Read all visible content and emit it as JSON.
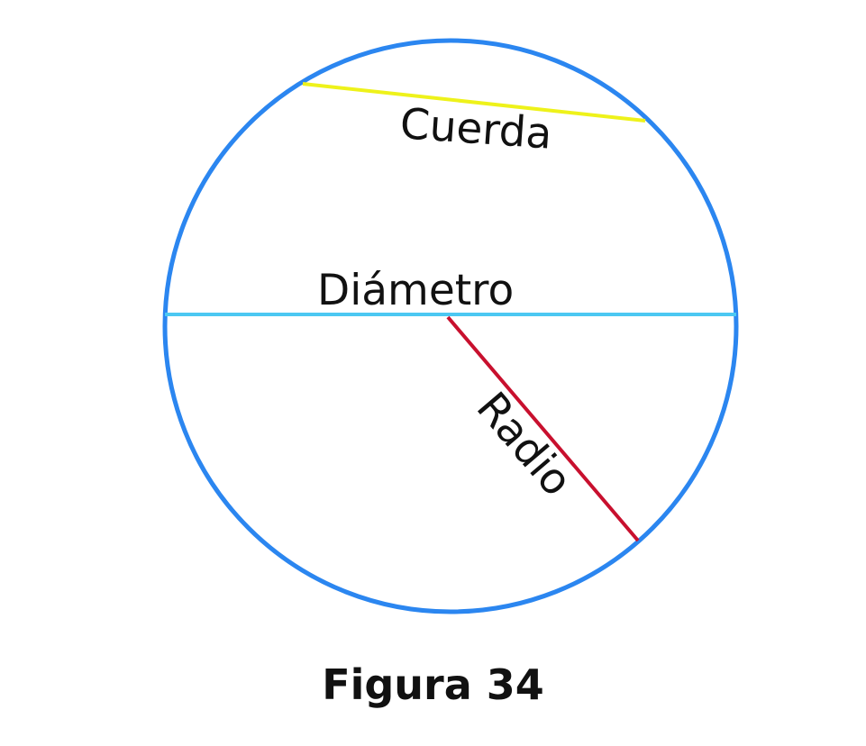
{
  "labels": {
    "chord": "Cuerda",
    "diameter": "Diámetro",
    "radius": "Radio"
  },
  "caption": "Figura 34",
  "colors": {
    "circle": "#2b86f0",
    "chord": "#eef21a",
    "diameter": "#4cc8f2",
    "radius": "#c8102e",
    "text": "#111111"
  }
}
